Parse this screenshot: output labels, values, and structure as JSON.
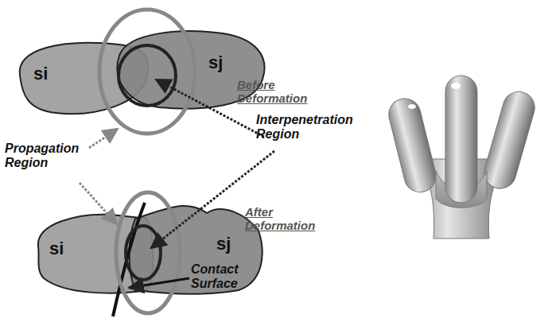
{
  "diagram": {
    "nodes": [
      {
        "text": [
          "si"
        ]
      },
      {
        "text": [
          "sj"
        ]
      },
      {
        "text": [
          "si"
        ]
      },
      {
        "text": [
          "sj"
        ]
      }
    ],
    "labels": [
      "Before Deformation",
      "Propagation Region",
      "Interpenetration Region",
      "After Deformation",
      "Contact Surface"
    ]
  }
}
